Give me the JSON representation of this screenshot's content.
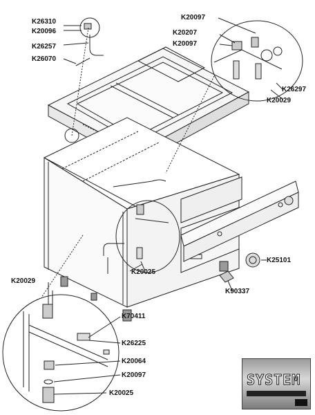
{
  "labels": {
    "k26310": "K26310",
    "k20096": "K20096",
    "k26257": "K26257",
    "k26070": "K26070",
    "k20097_top": "K20097",
    "k20207": "K20207",
    "k20097_mid": "K20097",
    "k26297": "K26297",
    "k20029_right": "K20029",
    "k20025_mid": "K20025",
    "k25101": "K25101",
    "k90337": "K90337",
    "k20029_left": "K20029",
    "k70411": "K70411",
    "k26225": "K26225",
    "k20064": "K20064",
    "k20097_bottom": "K20097",
    "k20025_bottom": "K20025"
  },
  "logo": {
    "text": "SYSTEM"
  },
  "colors": {
    "line": "#222222",
    "logo_text": "#f4f4f4"
  }
}
